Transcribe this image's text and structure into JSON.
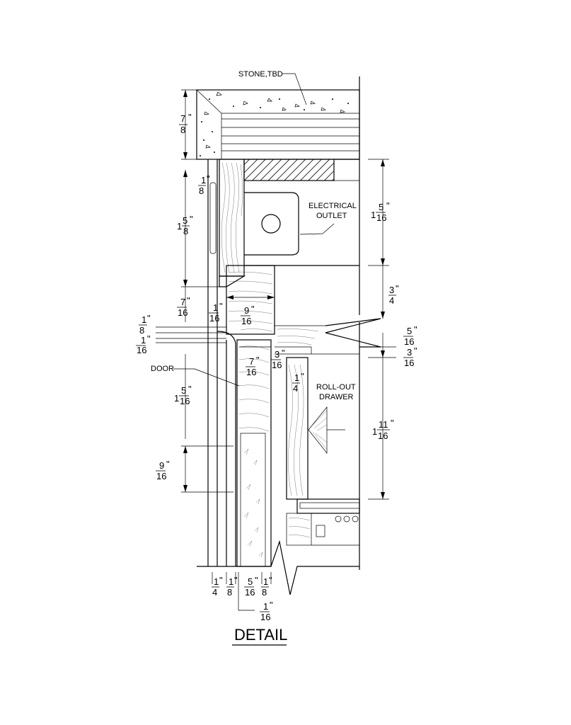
{
  "title": "DETAIL",
  "callouts": {
    "stone": "STONE,TBD",
    "electrical_line1": "ELECTRICAL",
    "electrical_line2": "OUTLET",
    "door": "DOOR",
    "rollout_line1": "ROLL-OUT",
    "rollout_line2": "DRAWER"
  },
  "dimensions": {
    "left": [
      {
        "whole": "",
        "num": "7",
        "den": "8",
        "label": "7/8\""
      },
      {
        "whole": "",
        "num": "1",
        "den": "8",
        "label": "1/8\""
      },
      {
        "whole": "1",
        "num": "5",
        "den": "8",
        "label": "1 5/8\""
      },
      {
        "whole": "",
        "num": "7",
        "den": "16",
        "label": "7/16\""
      },
      {
        "whole": "",
        "num": "1",
        "den": "16",
        "label": "1/16\""
      },
      {
        "whole": "",
        "num": "1",
        "den": "8",
        "label": "1/8\""
      },
      {
        "whole": "",
        "num": "1",
        "den": "16",
        "label": "1/16\""
      },
      {
        "whole": "1",
        "num": "5",
        "den": "16",
        "label": "1 5/16\""
      },
      {
        "whole": "",
        "num": "9",
        "den": "16",
        "label": "9/16\""
      }
    ],
    "middle": [
      {
        "whole": "",
        "num": "9",
        "den": "16",
        "label": "9/16\""
      },
      {
        "whole": "",
        "num": "7",
        "den": "16",
        "label": "7/16\""
      },
      {
        "whole": "",
        "num": "3",
        "den": "16",
        "label": "3/16\""
      },
      {
        "whole": "",
        "num": "1",
        "den": "4",
        "label": "1/4\""
      }
    ],
    "right": [
      {
        "whole": "1",
        "num": "5",
        "den": "16",
        "label": "1 5/16\""
      },
      {
        "whole": "",
        "num": "3",
        "den": "4",
        "label": "3/4\""
      },
      {
        "whole": "",
        "num": "5",
        "den": "16",
        "label": "5/16\""
      },
      {
        "whole": "",
        "num": "3",
        "den": "16",
        "label": "3/16\""
      },
      {
        "whole": "1",
        "num": "11",
        "den": "16",
        "label": "1 11/16\""
      }
    ],
    "bottom": [
      {
        "whole": "",
        "num": "1",
        "den": "4",
        "label": "1/4\""
      },
      {
        "whole": "",
        "num": "1",
        "den": "8",
        "label": "1/8\""
      },
      {
        "whole": "",
        "num": "5",
        "den": "16",
        "label": "5/16\""
      },
      {
        "whole": "",
        "num": "1",
        "den": "8",
        "label": "1/8\""
      },
      {
        "whole": "",
        "num": "1",
        "den": "16",
        "label": "1/16\""
      }
    ]
  }
}
